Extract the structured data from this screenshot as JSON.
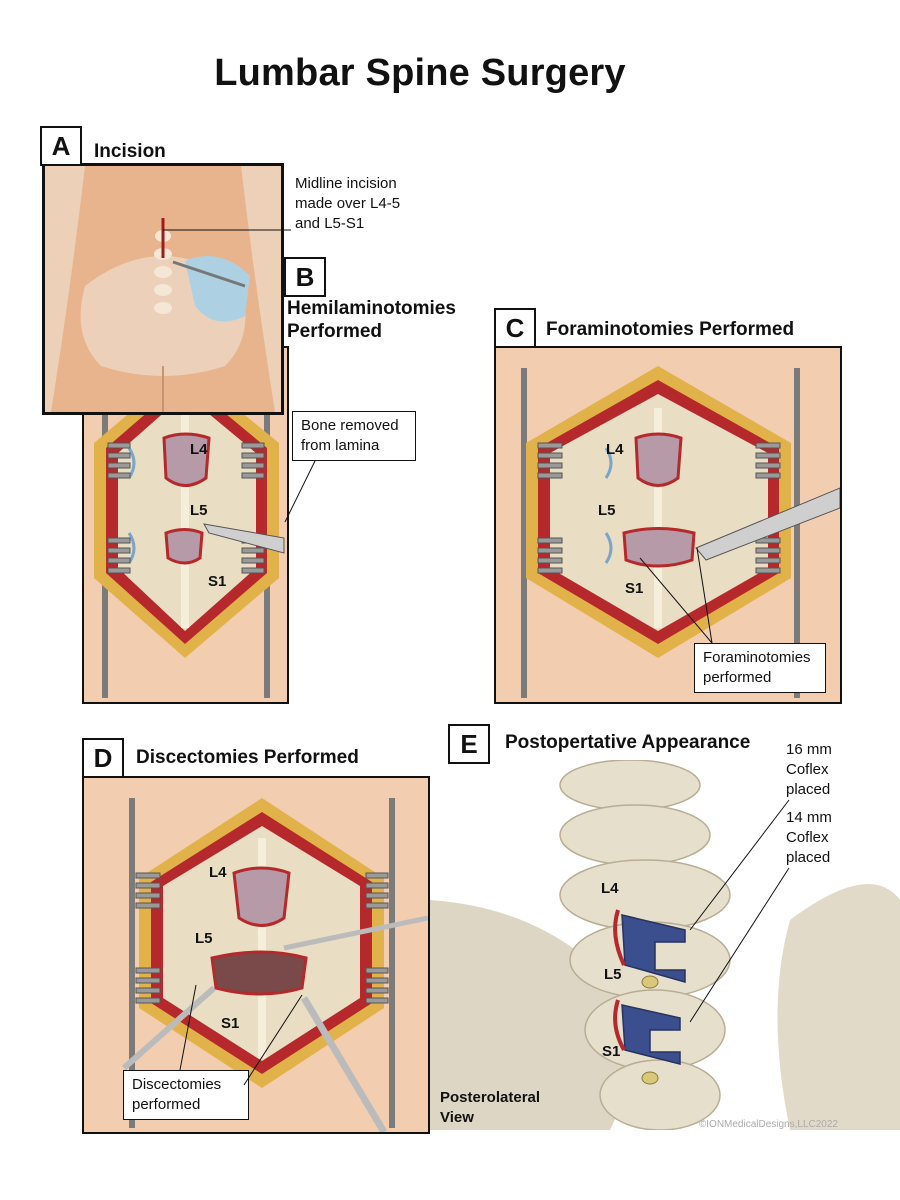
{
  "title": "Lumbar Spine Surgery",
  "panels": {
    "a": {
      "letter": "A",
      "title": "Incision",
      "note": "Midline incision made over L4-5 and L5-S1"
    },
    "b": {
      "letter": "B",
      "title": "Hemilaminotomies Performed",
      "callout": "Bone removed from lamina",
      "levels": [
        "L4",
        "L5",
        "S1"
      ]
    },
    "c": {
      "letter": "C",
      "title": "Foraminotomies Performed",
      "callout": "Foraminotomies performed",
      "levels": [
        "L4",
        "L5",
        "S1"
      ]
    },
    "d": {
      "letter": "D",
      "title": "Discectomies Performed",
      "callout": "Discectomies performed",
      "levels": [
        "L4",
        "L5",
        "S1"
      ]
    },
    "e": {
      "letter": "E",
      "title": "Postopertative Appearance",
      "note1": "16 mm Coflex placed",
      "note2": "14 mm Coflex placed",
      "view": "Posterolateral View",
      "levels": [
        "L4",
        "L5",
        "S1"
      ]
    }
  },
  "copyright": "©IONMedicalDesigns,LLC2022",
  "colors": {
    "skin": "#f2cdb0",
    "tissue": "#b5282b",
    "fat": "#e2b24a",
    "bone": "#e9ddc4",
    "dura": "#b79aa7",
    "implant": "#3b4f8f"
  }
}
